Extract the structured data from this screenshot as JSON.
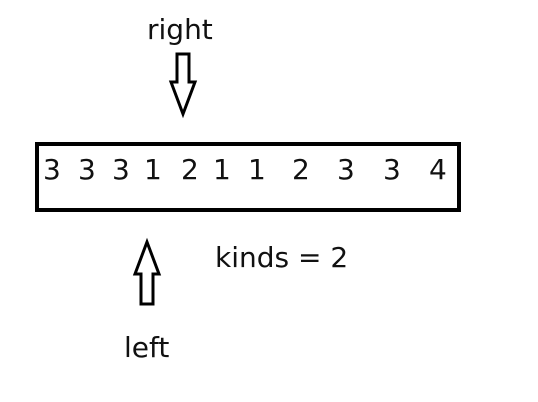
{
  "pointers": {
    "right_label": "right",
    "left_label": "left"
  },
  "array": {
    "values": [
      "3",
      "3",
      "3",
      "1",
      "2",
      "1",
      "1",
      "2",
      "3",
      "3",
      "4"
    ]
  },
  "kinds_text": "kinds = 2",
  "colors": {
    "stroke": "#000000",
    "text": "#111111",
    "background": "#ffffff"
  },
  "icons": {
    "right_pointer": "down-arrow-icon",
    "left_pointer": "up-arrow-icon"
  }
}
